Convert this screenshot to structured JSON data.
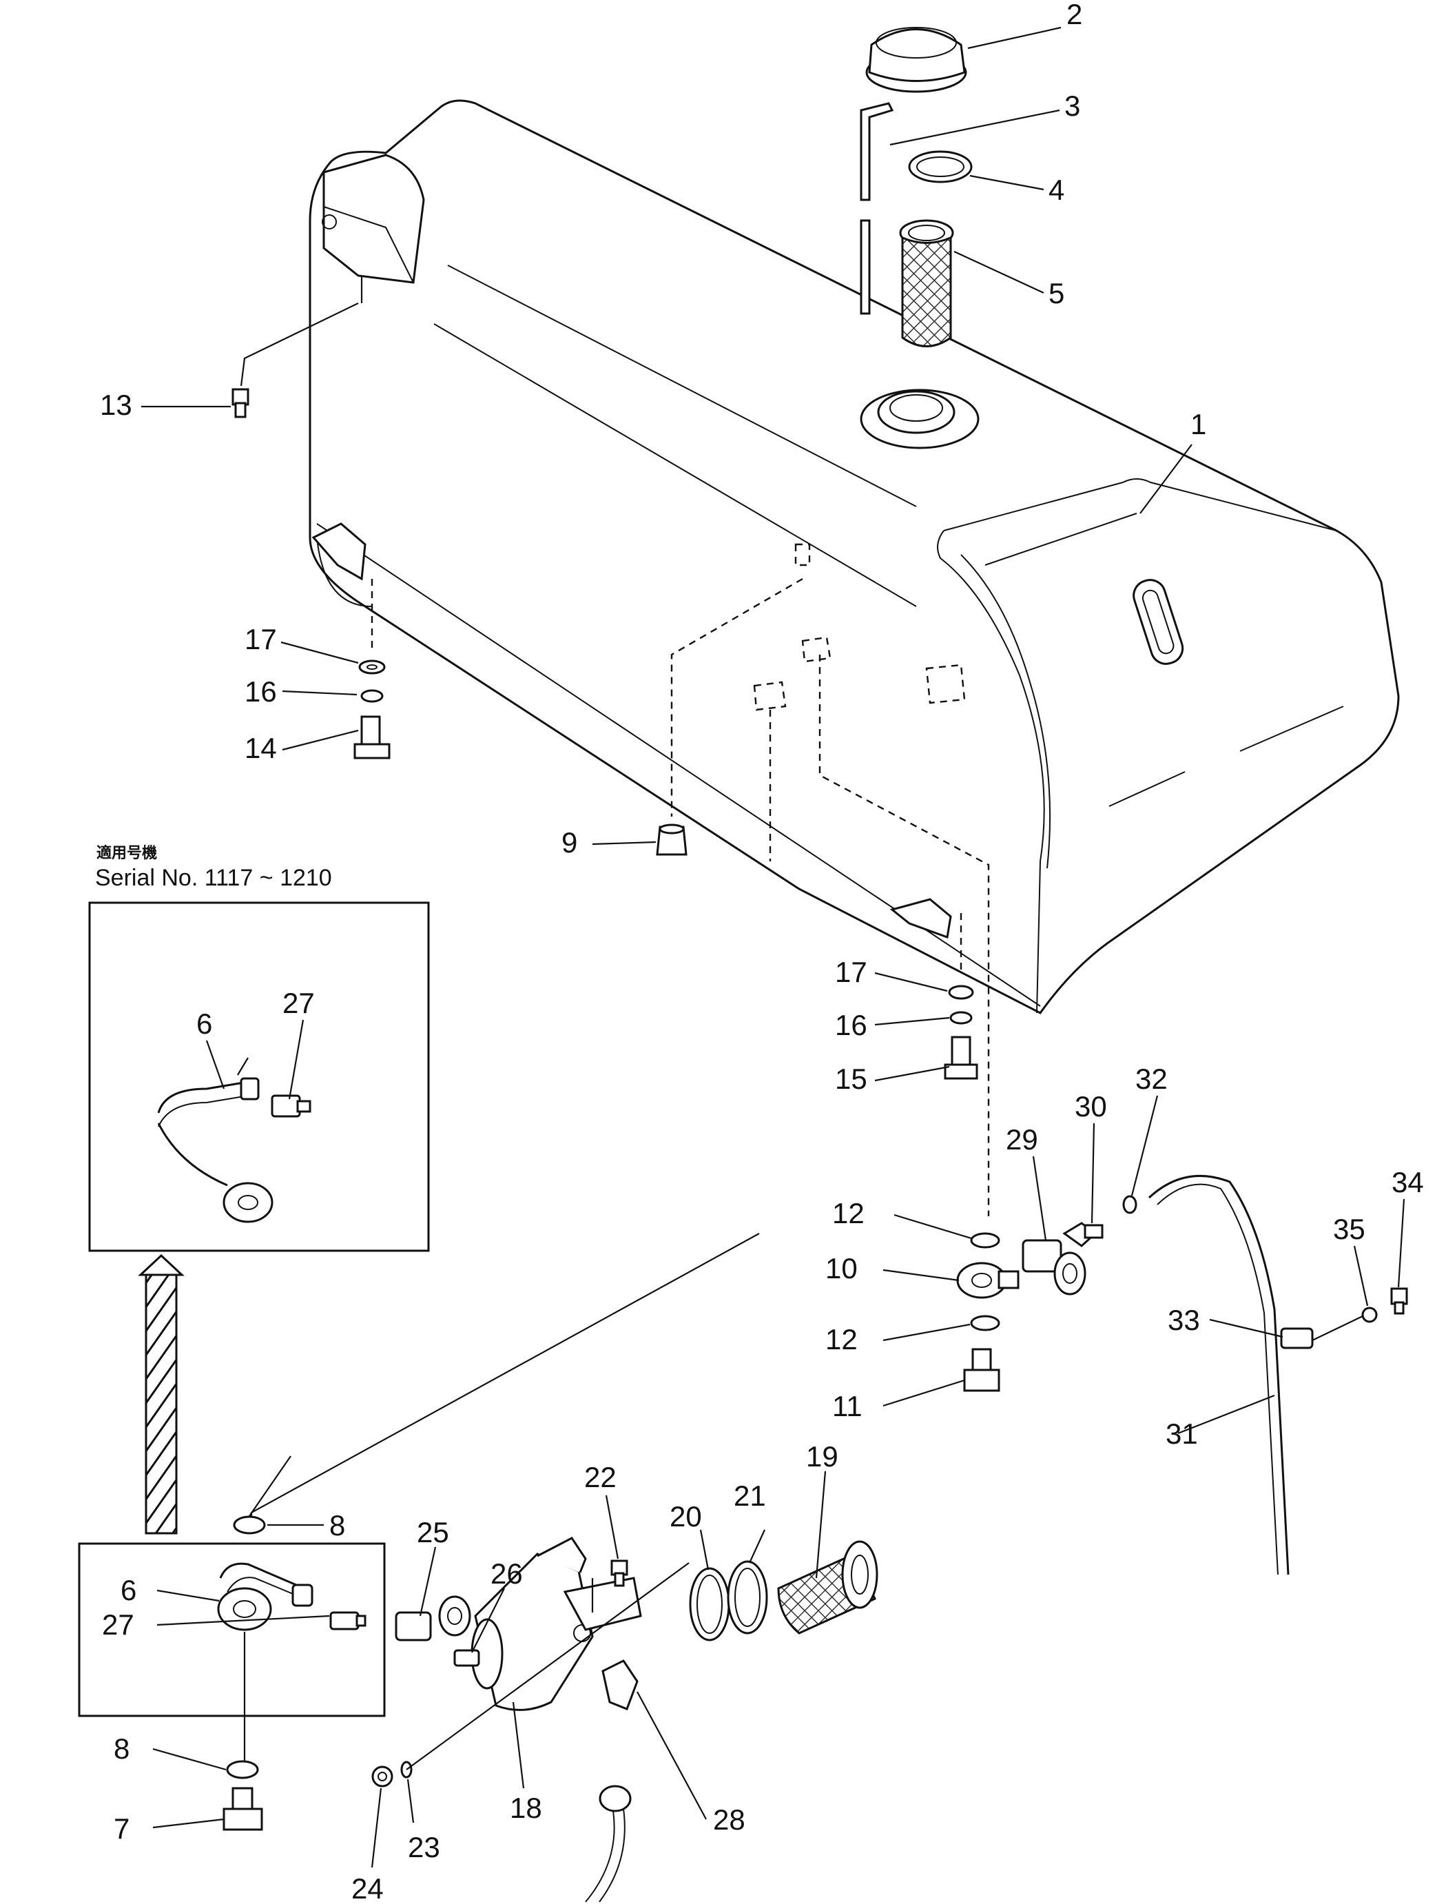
{
  "serial_note": {
    "japanese": "適用号機",
    "serial": "Serial No. 1117 ~ 1210"
  },
  "callouts": {
    "c1": "1",
    "c2": "2",
    "c3": "3",
    "c4": "4",
    "c5": "5",
    "c6a": "6",
    "c6b": "6",
    "c7": "7",
    "c8a": "8",
    "c8b": "8",
    "c9": "9",
    "c10": "10",
    "c11": "11",
    "c12a": "12",
    "c12b": "12",
    "c13": "13",
    "c14": "14",
    "c15": "15",
    "c16a": "16",
    "c16b": "16",
    "c17a": "17",
    "c17b": "17",
    "c18": "18",
    "c19": "19",
    "c20": "20",
    "c21": "21",
    "c22": "22",
    "c23": "23",
    "c24": "24",
    "c25": "25",
    "c26": "26",
    "c27a": "27",
    "c27b": "27",
    "c28": "28",
    "c29": "29",
    "c30": "30",
    "c31": "31",
    "c32": "32",
    "c33": "33",
    "c34": "34",
    "c35": "35"
  }
}
